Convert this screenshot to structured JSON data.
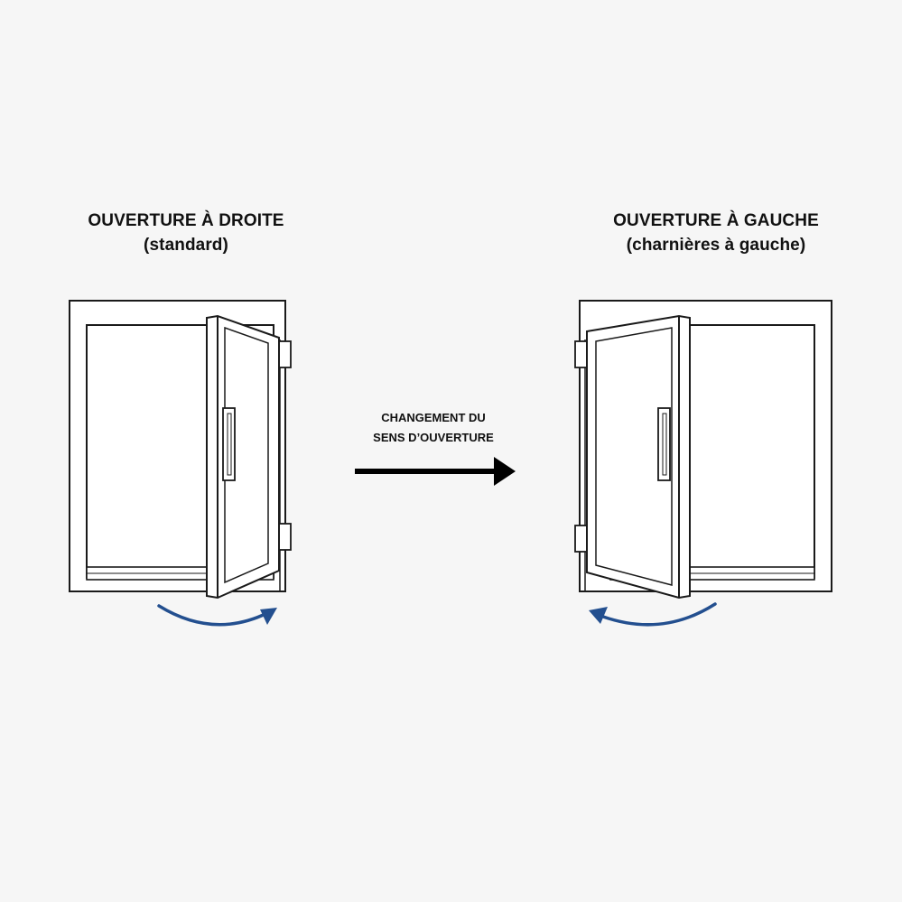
{
  "left_panel": {
    "title": "OUVERTURE À DROITE",
    "subtitle": "(standard)"
  },
  "right_panel": {
    "title": "OUVERTURE À GAUCHE",
    "subtitle": "(charnières à gauche)"
  },
  "center": {
    "caption_line1": "CHANGEMENT DU",
    "caption_line2": "SENS D’OUVERTURE"
  },
  "colors": {
    "outline": "#1a1a1a",
    "fill": "#ffffff",
    "background": "#f6f6f6",
    "swing_arrow": "#234f8f",
    "main_arrow": "#000000"
  }
}
